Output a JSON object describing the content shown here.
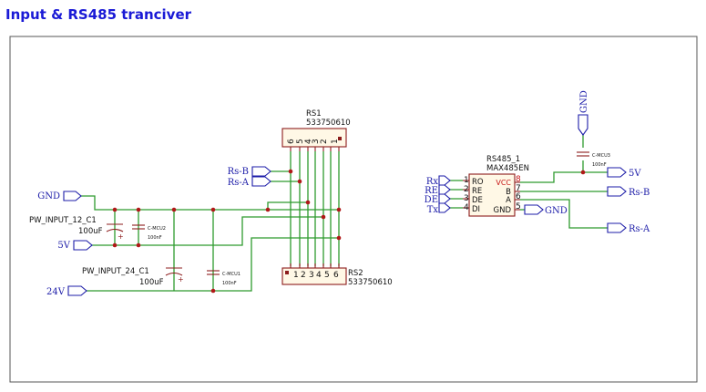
{
  "title": "Input & RS485 tranciver",
  "nets": {
    "gnd_left": "GND",
    "v5_left": "5V",
    "v24": "24V",
    "rs_b_left": "Rs-B",
    "rs_a_left": "Rs-A",
    "rx": "Rx",
    "re": "RE",
    "de": "DE",
    "tx": "Tx",
    "gnd_right": "GND",
    "gnd_top": "GND",
    "v5_right": "5V",
    "rs_b_right": "Rs-B",
    "rs_a_right": "Rs-A"
  },
  "components": {
    "rs1": {
      "ref": "RS1",
      "value": "533750610",
      "pins": [
        "6",
        "5",
        "4",
        "3",
        "2",
        "1"
      ]
    },
    "rs2": {
      "ref": "RS2",
      "value": "533750610",
      "pins": [
        "1",
        "2",
        "3",
        "4",
        "5",
        "6"
      ]
    },
    "c1_12": {
      "ref": "PW_INPUT_12_C1",
      "value": "100uF",
      "polarity": "+"
    },
    "c1_24": {
      "ref": "PW_INPUT_24_C1",
      "value": "100uF",
      "polarity": "+"
    },
    "cmcu2": {
      "ref": "C-MCU2",
      "value": "100nF"
    },
    "cmcu1": {
      "ref": "C-MCU1",
      "value": "100nF"
    },
    "cmcu3": {
      "ref": "C-MCU3",
      "value": "100nF"
    },
    "u1": {
      "ref": "RS485_1",
      "value": "MAX485EN",
      "left_pins": [
        {
          "num": "1",
          "name": "RO"
        },
        {
          "num": "2",
          "name": "RE"
        },
        {
          "num": "3",
          "name": "DE"
        },
        {
          "num": "4",
          "name": "DI"
        }
      ],
      "right_pins": [
        {
          "num": "8",
          "name": "VCC"
        },
        {
          "num": "7",
          "name": "B"
        },
        {
          "num": "6",
          "name": "A"
        },
        {
          "num": "5",
          "name": "GND"
        }
      ]
    }
  },
  "colors": {
    "wire": "#2e9a2e",
    "component": "#8c1c1c",
    "net_label": "#1c1ca8",
    "title": "#1a1ad6",
    "frame": "#555555"
  }
}
